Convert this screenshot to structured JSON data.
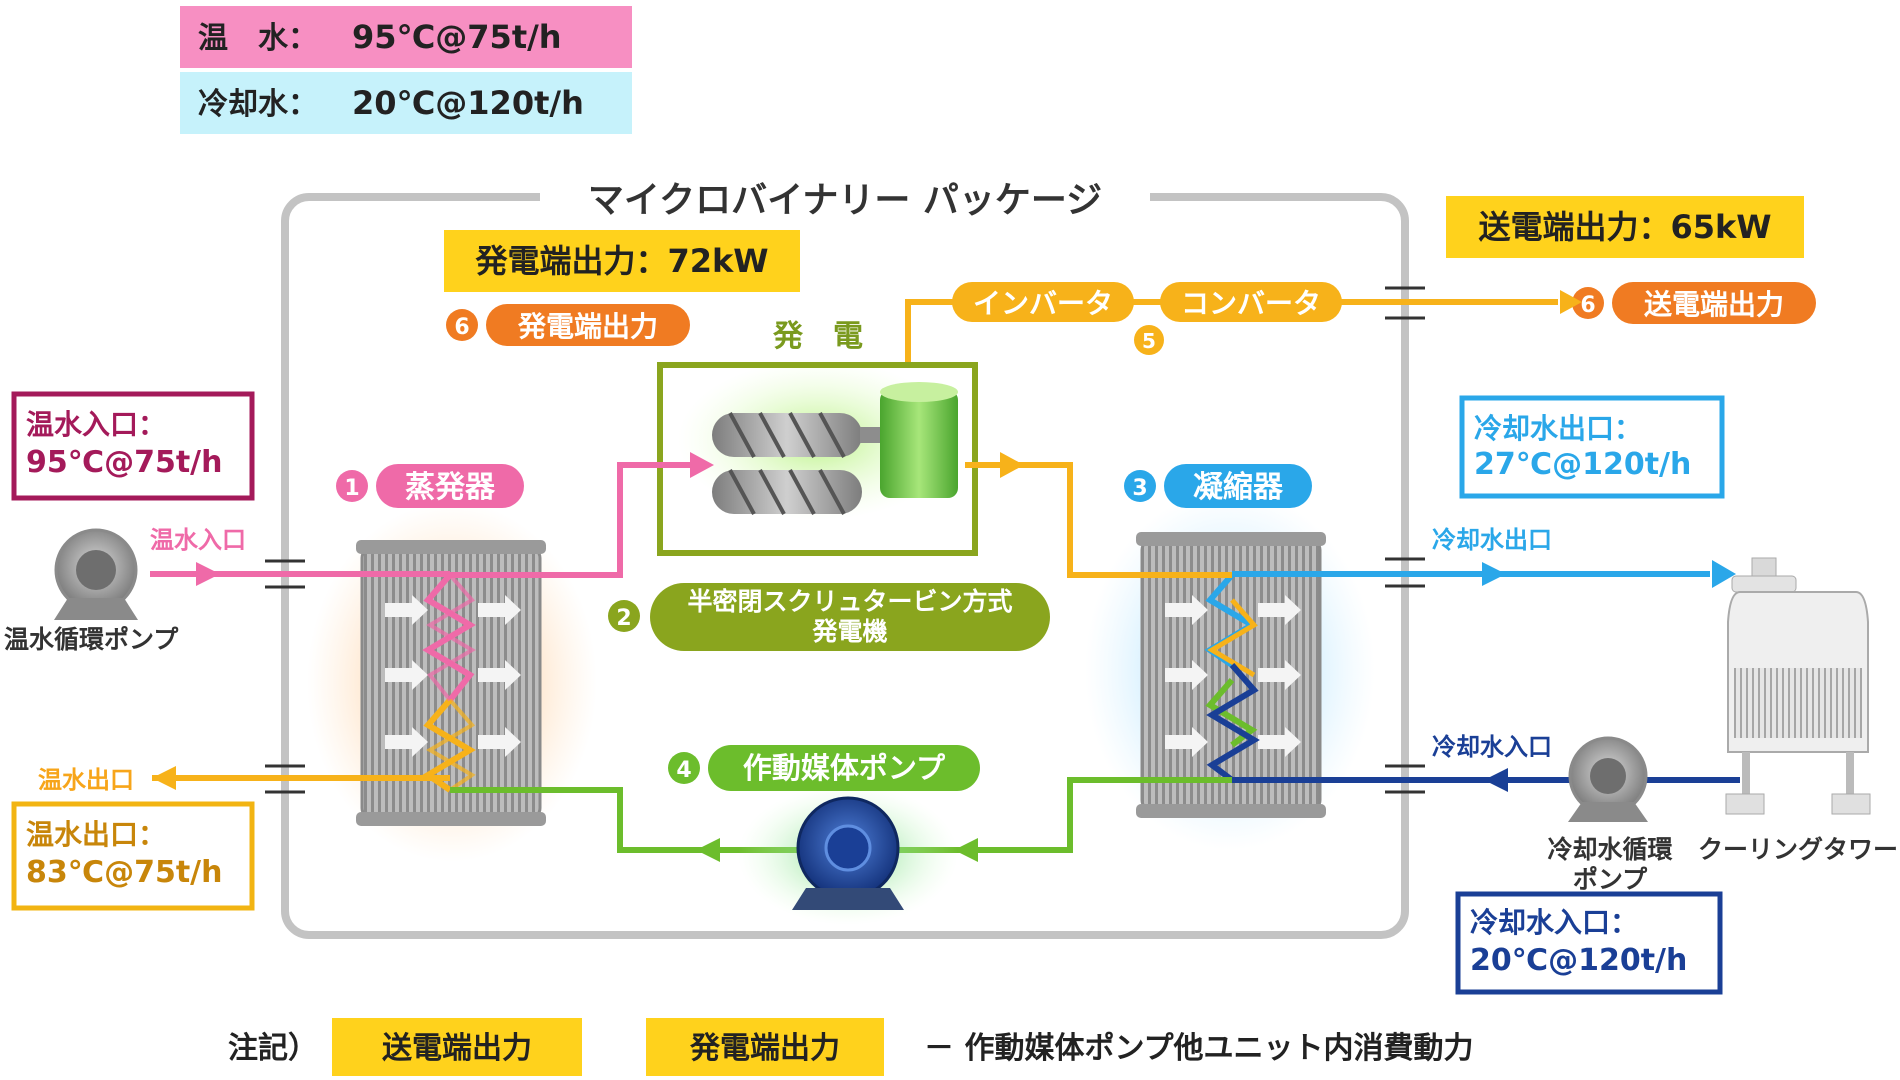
{
  "header": {
    "hot_label": "温　水：",
    "hot_value": "95℃@75t/h",
    "cool_label": "冷却水：",
    "cool_value": "20℃@120t/h"
  },
  "package_title": "マイクロバイナリー パッケージ",
  "gen_output_box": "発電端出力：72kW",
  "send_output_box": "送電端出力：65kW",
  "gen_output_num": "6",
  "gen_output_tag": "発電端出力",
  "send_output_num": "6",
  "send_output_tag": "送電端出力",
  "generation_label": "発　電",
  "inverter": "インバータ",
  "converter": "コンバータ",
  "conv_num": "5",
  "hot_inlet_box": {
    "line1": "温水入口：",
    "line2": "95℃@75t/h"
  },
  "hot_outlet_box": {
    "line1": "温水出口：",
    "line2": "83℃@75t/h"
  },
  "cool_outlet_box": {
    "line1": "冷却水出口：",
    "line2": "27℃@120t/h"
  },
  "cool_inlet_box": {
    "line1": "冷却水入口：",
    "line2": "20℃@120t/h"
  },
  "evaporator": {
    "num": "1",
    "label": "蒸発器"
  },
  "condenser": {
    "num": "3",
    "label": "凝縮器"
  },
  "generator": {
    "num": "2",
    "line1": "半密閉スクリュタービン方式",
    "line2": "発電機"
  },
  "medium_pump": {
    "num": "4",
    "label": "作動媒体ポンプ"
  },
  "hot_inlet_label": "温水入口",
  "hot_outlet_label": "温水出口",
  "cool_outlet_label": "冷却水出口",
  "cool_inlet_label": "冷却水入口",
  "hot_pump_label": "温水循環ポンプ",
  "cool_pump_label1": "冷却水循環",
  "cool_pump_label2": "ポンプ",
  "cooling_tower_label": "クーリングタワー",
  "note": {
    "prefix": "注記）",
    "box1": "送電端出力",
    "box2": "発電端出力",
    "rest": "－ 作動媒体ポンプ他ユニット内消費動力"
  },
  "colors": {
    "pink": "#ef6aa8",
    "orange": "#f7b21a",
    "green": "#6cbd2c",
    "light_blue": "#2aa7e9",
    "dark_blue": "#1a3f96",
    "olive": "#8aa51e",
    "badge_orange": "#f07b22",
    "yellow_box": "#ffd21c",
    "magenta_border": "#a41a5a",
    "gold_border": "#f2b412"
  }
}
